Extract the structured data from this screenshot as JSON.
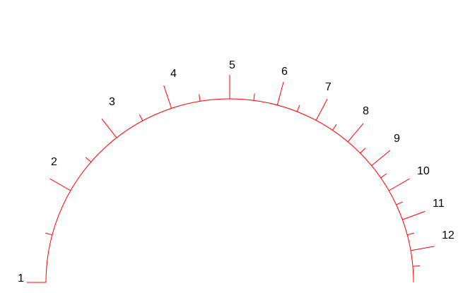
{
  "scale": {
    "labels": [
      "1",
      "2",
      "3",
      "4",
      "5",
      "6",
      "7",
      "8",
      "9",
      "10",
      "11",
      "12"
    ],
    "major_tick_count": 12,
    "minor_ticks_between": 1,
    "line_color": "#ff0000",
    "label_color": "#000000"
  }
}
